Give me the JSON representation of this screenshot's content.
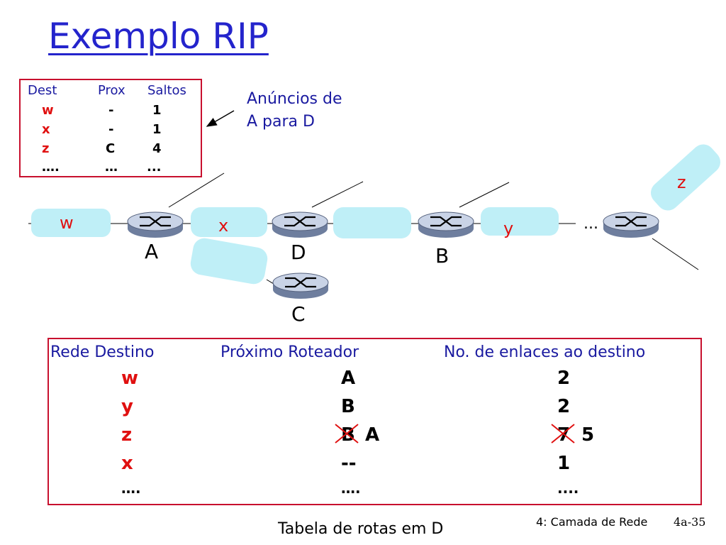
{
  "title": "Exemplo RIP",
  "advertisement": {
    "headers": [
      "Dest",
      "Prox",
      "Saltos"
    ],
    "rows": [
      {
        "dest": "w",
        "next": "-",
        "hops": "1"
      },
      {
        "dest": "x",
        "next": "-",
        "hops": "1"
      },
      {
        "dest": "z",
        "next": "C",
        "hops": "4"
      },
      {
        "dest": "….",
        "next": "…",
        "hops": "..."
      }
    ],
    "note_line1": "Anúncios de",
    "note_line2": "A para D"
  },
  "network": {
    "networks": [
      "w",
      "x",
      "y",
      "z"
    ],
    "routers": [
      "A",
      "D",
      "B",
      "C"
    ],
    "ellipsis": "..."
  },
  "routing_table": {
    "headers": [
      "Rede Destino",
      "Próximo Roteador",
      "No. de enlaces ao destino"
    ],
    "rows": [
      {
        "dest": "w",
        "next": "A",
        "hops": "2"
      },
      {
        "dest": "y",
        "next": "B",
        "hops": "2"
      },
      {
        "dest": "z",
        "next_old": "B",
        "next_new": "A",
        "hops_old": "7",
        "hops_new": "5"
      },
      {
        "dest": "x",
        "next": "--",
        "hops": "1"
      },
      {
        "dest": "….",
        "next": "….",
        "hops": "...."
      }
    ],
    "caption": "Tabela de rotas em D"
  },
  "footer": {
    "chapter": "4: Camada de Rede",
    "slide": "4a-35"
  },
  "colors": {
    "title": "#2424cc",
    "table_border": "#c8102e",
    "destination_red": "#e01010",
    "header_blue": "#1a1aa0",
    "network_cloud": "#bfeff7",
    "router_fill": "#c9d3e6"
  }
}
